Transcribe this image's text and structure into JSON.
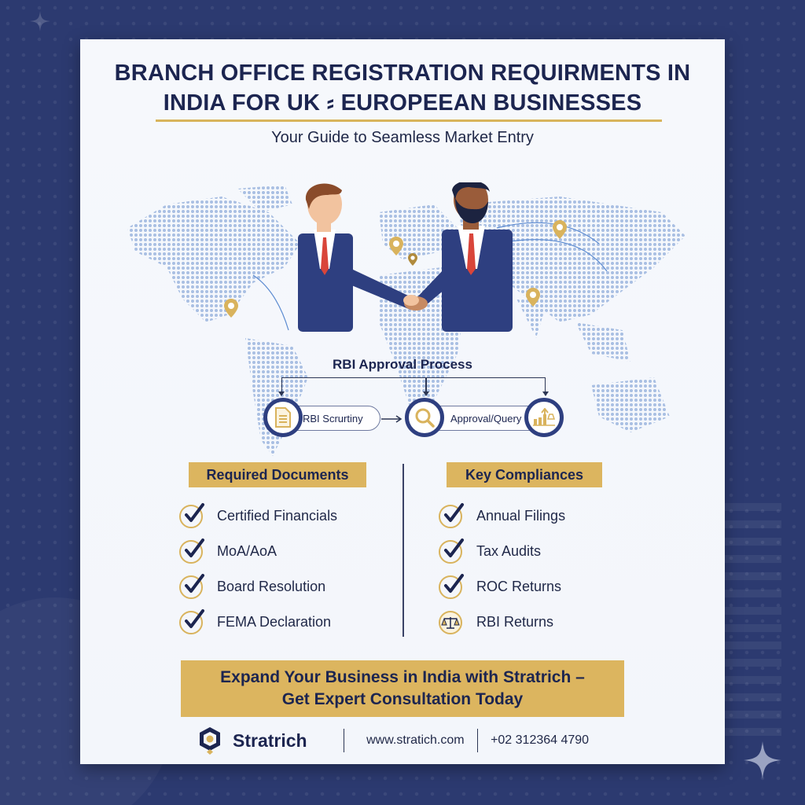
{
  "header": {
    "title_line1": "BRANCH OFFICE REGISTRATION REQUIRMENTS IN",
    "title_line2": "INDIA FOR UK ⸗ EUROPEEAN BUSINESSES",
    "subtitle": "Your Guide to Seamless Market Entry"
  },
  "illustration": {
    "description": "Two businessmen shaking hands over a dotted world map with gold location pins"
  },
  "process": {
    "title": "RBI Approval Process",
    "steps": [
      {
        "label": "RBI Scrurtiny",
        "icon": "document-icon"
      },
      {
        "label": "Approval/Query",
        "icon": "magnifier-icon"
      },
      {
        "label": "",
        "icon": "growth-chart-icon"
      }
    ]
  },
  "required_documents": {
    "heading": "Required Documents",
    "items": [
      {
        "label": "Certified Financials",
        "icon": "check-icon"
      },
      {
        "label": "MoA/AoA",
        "icon": "check-icon"
      },
      {
        "label": "Board Resolution",
        "icon": "check-icon"
      },
      {
        "label": "FEMA Declaration",
        "icon": "check-icon"
      }
    ]
  },
  "key_compliances": {
    "heading": "Key Compliances",
    "items": [
      {
        "label": "Annual Filings",
        "icon": "check-icon"
      },
      {
        "label": "Tax Audits",
        "icon": "check-icon"
      },
      {
        "label": "ROC Returns",
        "icon": "check-icon"
      },
      {
        "label": "RBI Returns",
        "icon": "scales-icon"
      }
    ]
  },
  "cta": {
    "line1": "Expand Your Business in India with Stratrich –",
    "line2": "Get Expert Consultation Today"
  },
  "footer": {
    "brand": "Stratrich",
    "website": "www.stratich.com",
    "phone": "+02 312364 4790"
  },
  "colors": {
    "navy_background": "#2c3a70",
    "title_navy": "#1c2550",
    "gold_accent": "#dcb55f",
    "card_background": "#f6f8fc",
    "map_dots": "#a9bfe3",
    "suit_blue": "#2e3f80",
    "tie_red": "#d9453a"
  }
}
